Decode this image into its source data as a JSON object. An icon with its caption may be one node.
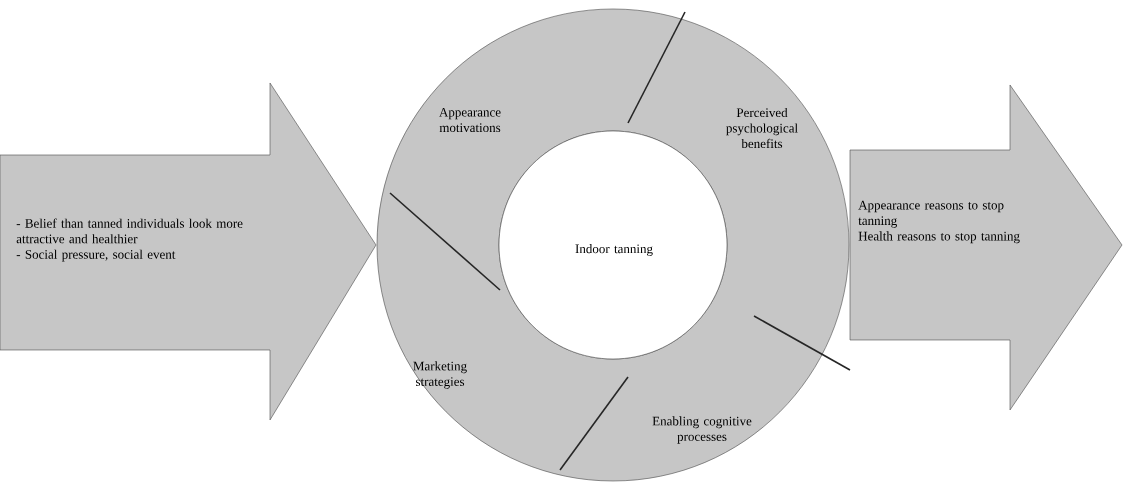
{
  "diagram": {
    "nodes": [
      {
        "text": [
          "- Belief than tanned individuals look more attractive and healthier",
          "- Social pressure, social event"
        ]
      },
      {
        "text": [
          "Appearance motivations"
        ]
      },
      {
        "text": [
          "Perceived psychological benefits"
        ]
      },
      {
        "text": [
          "Indoor tanning"
        ]
      },
      {
        "text": [
          "Marketing strategies"
        ]
      },
      {
        "text": [
          "Enabling cognitive processes"
        ]
      },
      {
        "text": [
          "Appearance reasons to stop tanning",
          "Health reasons to stop tanning"
        ]
      }
    ]
  }
}
